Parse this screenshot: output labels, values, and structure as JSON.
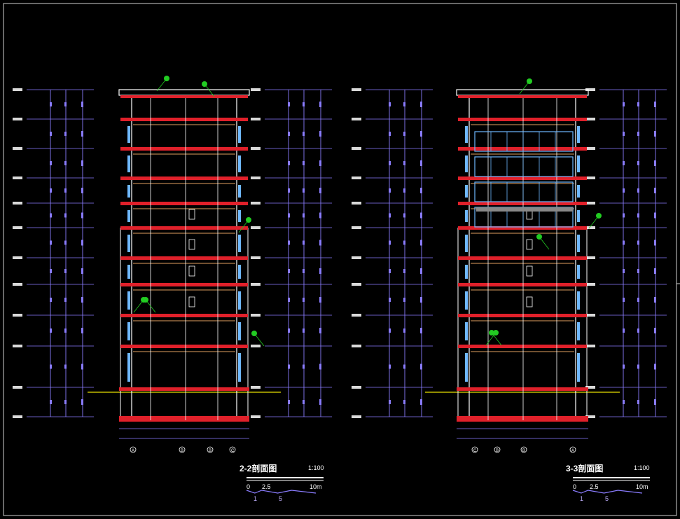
{
  "drawing": {
    "left_section": {
      "title": "2-2剖面图",
      "scale": "1:100",
      "bar_top_labels": [
        "0",
        "2.5",
        "10m"
      ],
      "bar_bottom_labels": [
        "1",
        "5"
      ],
      "grid_labels": [
        "A",
        "B",
        "B",
        "C"
      ]
    },
    "right_section": {
      "title": "3-3剖面图",
      "scale": "1:100",
      "bar_top_labels": [
        "0",
        "2.5",
        "10m"
      ],
      "bar_bottom_labels": [
        "1",
        "5"
      ],
      "grid_labels": [
        "C",
        "B",
        "B",
        "A"
      ]
    },
    "colors": {
      "background": "#000000",
      "dimension": "#8a7cff",
      "slab": "#e0202a",
      "wall": "#ffffff",
      "window": "#6fb8ff",
      "leader": "#22cc22",
      "ground": "#e8e000",
      "beam": "#e0a060"
    }
  }
}
